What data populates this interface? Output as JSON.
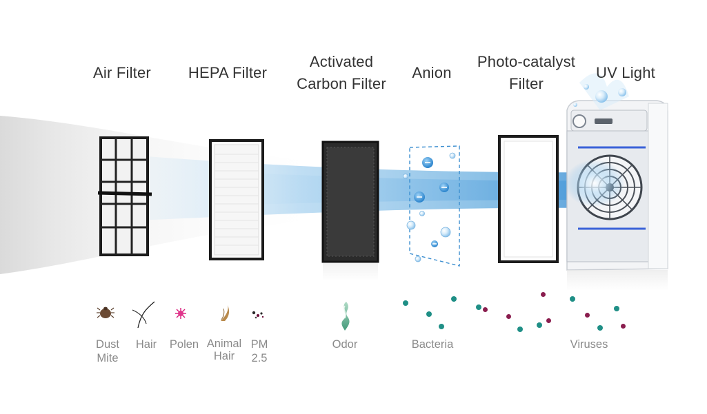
{
  "stages": [
    {
      "line1": "Air Filter",
      "line2": ""
    },
    {
      "line1": "HEPA Filter",
      "line2": ""
    },
    {
      "line1": "Activated",
      "line2": "Carbon Filter"
    },
    {
      "line1": "Anion",
      "line2": ""
    },
    {
      "line1": "Photo-catalyst",
      "line2": "Filter"
    },
    {
      "line1": "UV Light",
      "line2": ""
    }
  ],
  "pollutants": [
    {
      "line1": "Dust",
      "line2": "Mite",
      "icon": "dust-mite-icon"
    },
    {
      "line1": "Hair",
      "line2": "",
      "icon": "hair-icon"
    },
    {
      "line1": "Polen",
      "line2": "",
      "icon": "pollen-icon"
    },
    {
      "line1": "Animal",
      "line2": "Hair",
      "icon": "animal-hair-icon"
    },
    {
      "line1": "PM",
      "line2": "2.5",
      "icon": "pm25-icon"
    },
    {
      "line1": "Odor",
      "line2": "",
      "icon": "odor-smoke-icon"
    },
    {
      "line1": "Bacteria",
      "line2": "",
      "icon": "bacteria-dots-icon"
    },
    {
      "line1": "Viruses",
      "line2": "",
      "icon": "virus-dots-icon"
    }
  ],
  "colors": {
    "airflow": "#5aa6dc",
    "bacteria": "#1f8f86",
    "virus": "#8a1d4e",
    "pollen": "#d81b7a",
    "label_text": "#333333",
    "caption_text": "#8a8a8a"
  }
}
